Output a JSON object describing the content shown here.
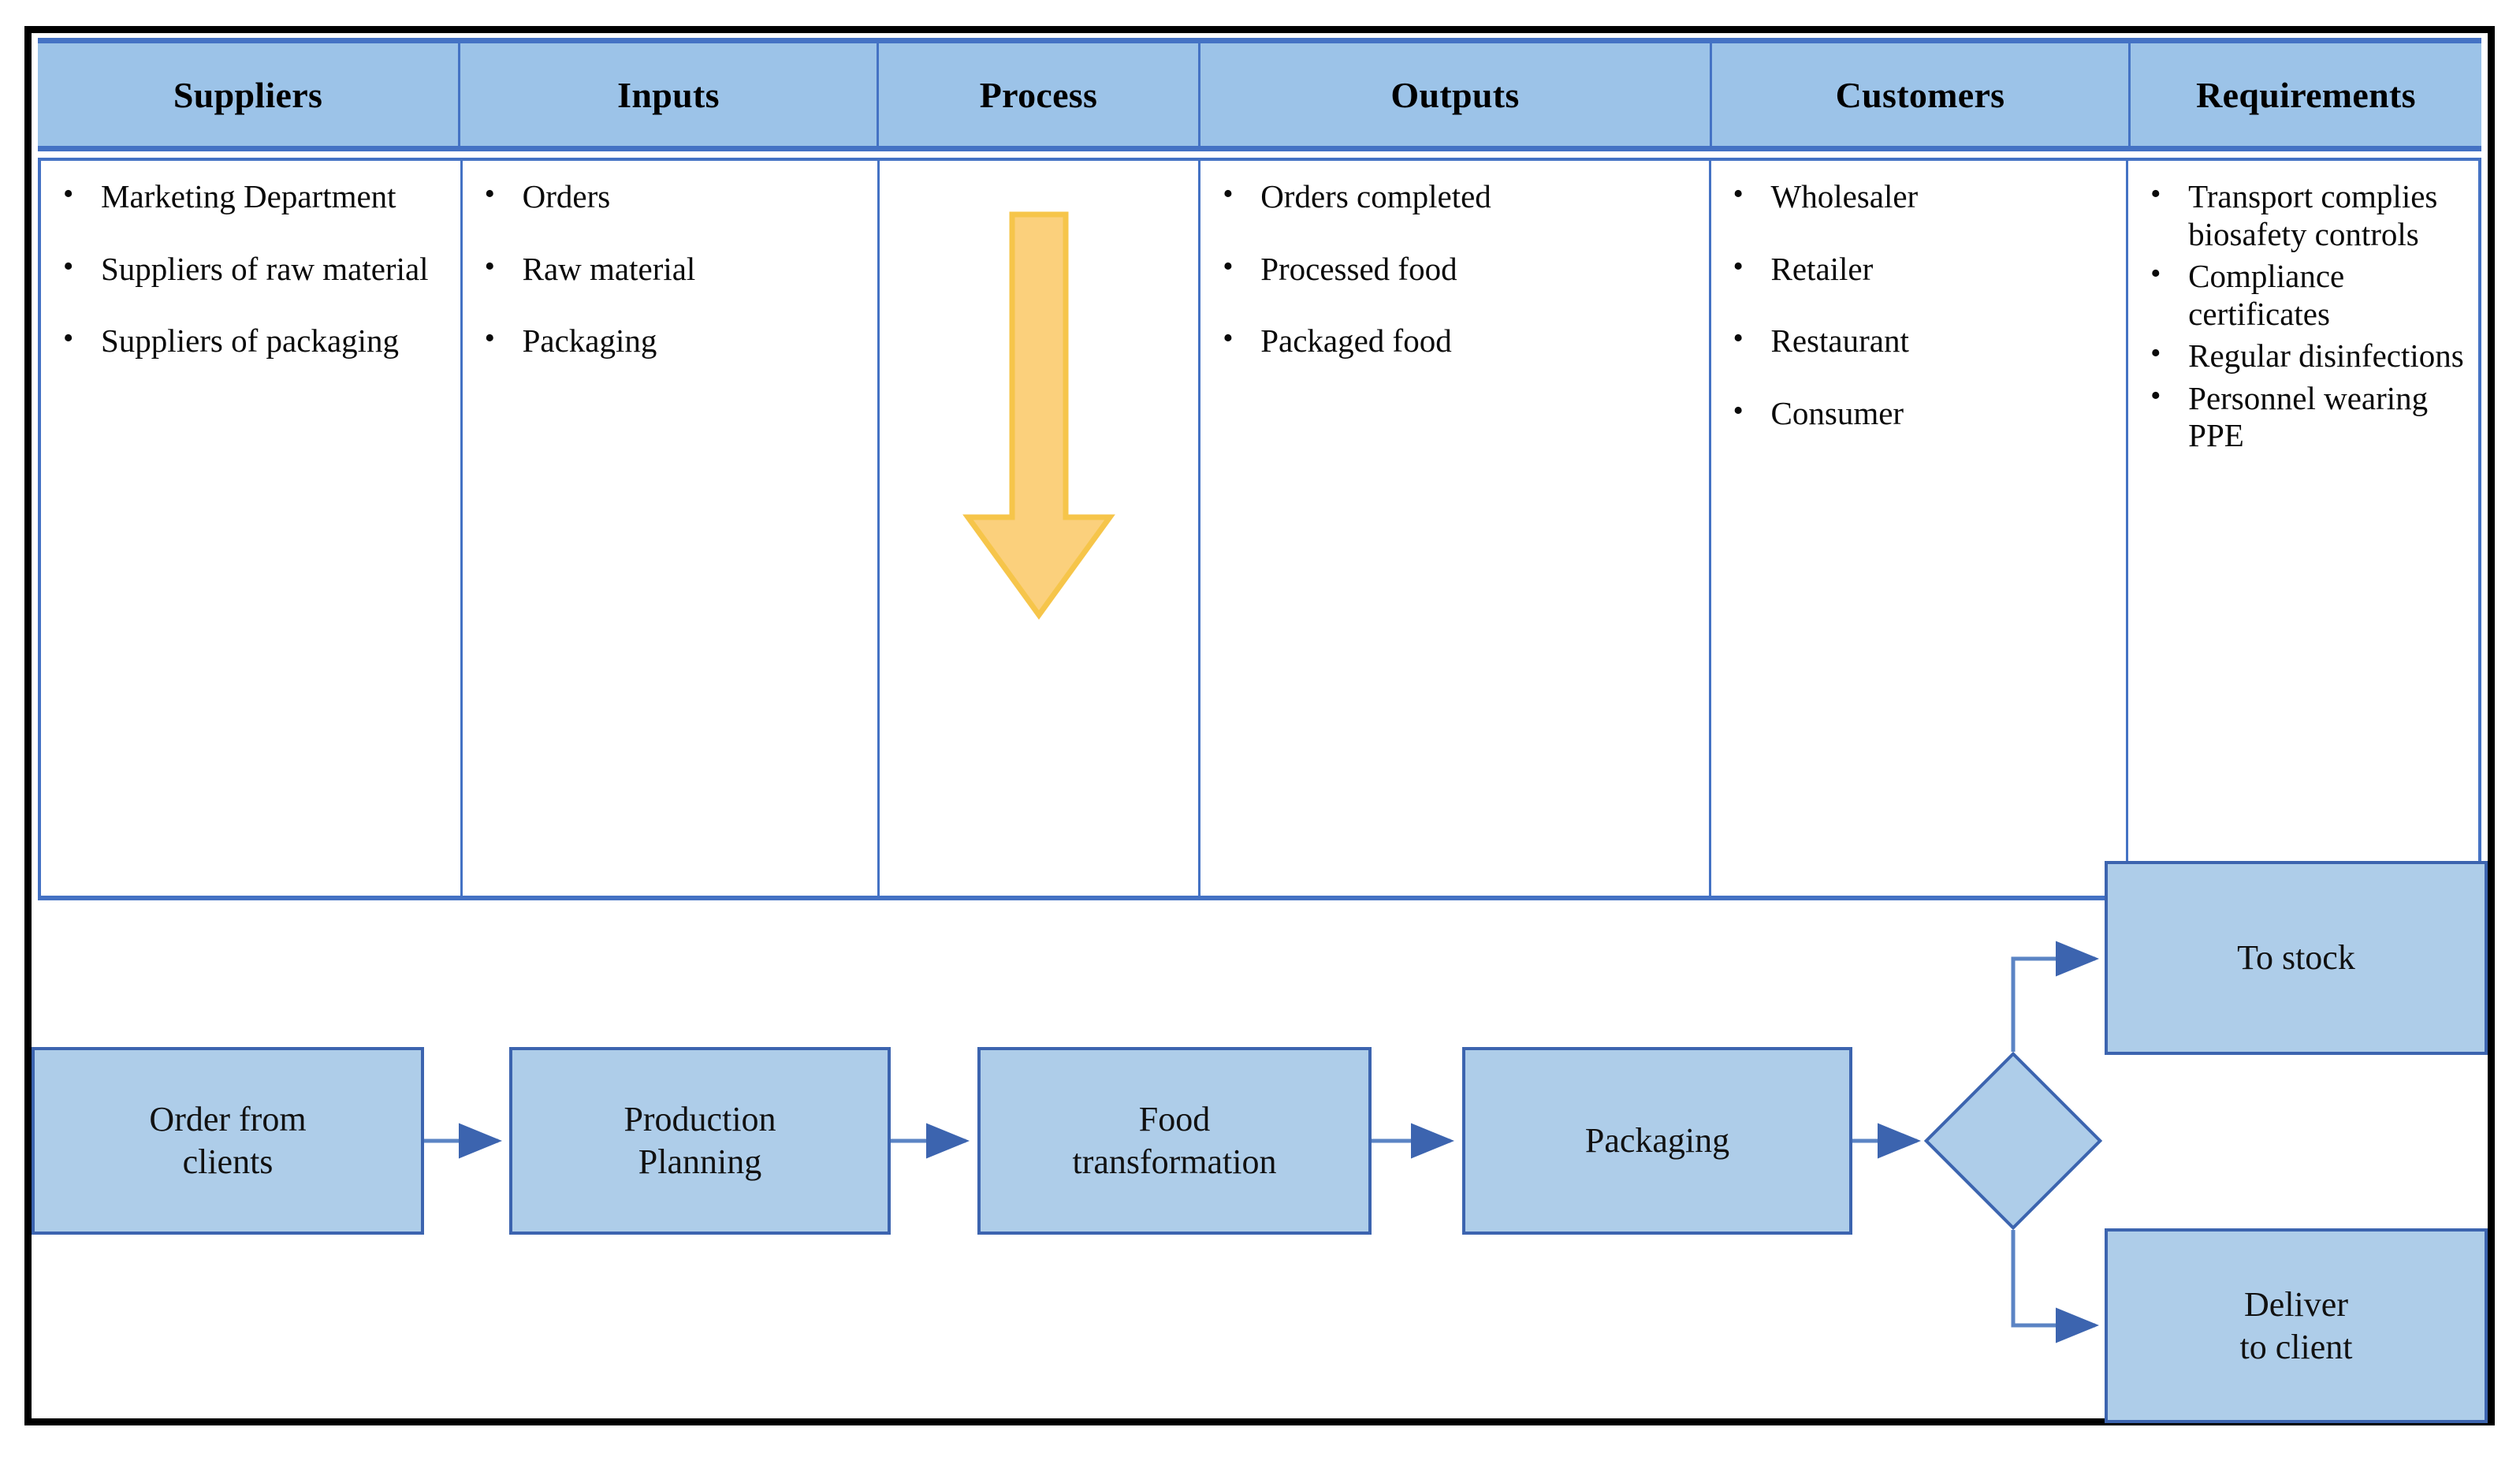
{
  "diagram": {
    "title": "SIPOC diagram with process flowchart",
    "colors": {
      "header_fill": "#9CC3E8",
      "header_border": "#4472C4",
      "grid_line": "#4472C4",
      "box_fill": "#AECDE9",
      "box_border": "#3C64AF",
      "connector": "#5B84C4",
      "arrow_fill": "#FBD07C",
      "arrow_border": "#F5C344",
      "frame": "#000000"
    }
  },
  "table": {
    "columns": [
      {
        "header": "Suppliers",
        "items": [
          "Marketing Department",
          "Suppliers of raw material",
          "Suppliers of packaging"
        ]
      },
      {
        "header": "Inputs",
        "items": [
          "Orders",
          "Raw material",
          "Packaging"
        ]
      },
      {
        "header": "Process",
        "items": [],
        "icon": "down-arrow-icon"
      },
      {
        "header": "Outputs",
        "items": [
          "Orders completed",
          "Processed food",
          "Packaged food"
        ]
      },
      {
        "header": "Customers",
        "items": [
          "Wholesaler",
          "Retailer",
          "Restaurant",
          "Consumer"
        ]
      },
      {
        "header": "Requirements",
        "items": [
          "Transport complies biosafety controls",
          "Compliance certificates",
          "Regular disinfections",
          "Personnel wearing PPE"
        ]
      }
    ]
  },
  "flowchart": {
    "nodes": [
      {
        "id": "order",
        "label": "Order from\nclients",
        "shape": "rect"
      },
      {
        "id": "planning",
        "label": "Production\nPlanning",
        "shape": "rect"
      },
      {
        "id": "transform",
        "label": "Food\ntransformation",
        "shape": "rect"
      },
      {
        "id": "packaging",
        "label": "Packaging",
        "shape": "rect"
      },
      {
        "id": "decision",
        "label": "",
        "shape": "diamond"
      },
      {
        "id": "stock",
        "label": "To stock",
        "shape": "rect"
      },
      {
        "id": "deliver",
        "label": "Deliver\nto client",
        "shape": "rect"
      }
    ],
    "edges": [
      {
        "from": "order",
        "to": "planning"
      },
      {
        "from": "planning",
        "to": "transform"
      },
      {
        "from": "transform",
        "to": "packaging"
      },
      {
        "from": "packaging",
        "to": "decision"
      },
      {
        "from": "decision",
        "to": "stock"
      },
      {
        "from": "decision",
        "to": "deliver"
      }
    ]
  }
}
